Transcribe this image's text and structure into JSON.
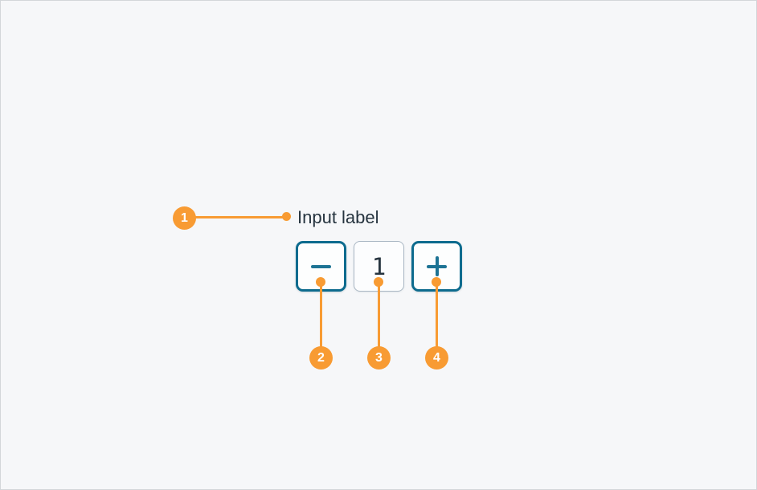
{
  "page": {
    "background_color": "#f6f7f9",
    "border_color": "#d3d6da"
  },
  "component": {
    "label": "Input label",
    "value": "1",
    "colors": {
      "button_border": "#0d6b8e",
      "icon": "#1d7394",
      "input_border": "#aab7c4",
      "text": "#26343f"
    }
  },
  "annotations": {
    "accent_color": "#f89b33",
    "callouts": [
      {
        "number": "1",
        "target": "input-label"
      },
      {
        "number": "2",
        "target": "decrement-button"
      },
      {
        "number": "3",
        "target": "value-input"
      },
      {
        "number": "4",
        "target": "increment-button"
      }
    ]
  }
}
